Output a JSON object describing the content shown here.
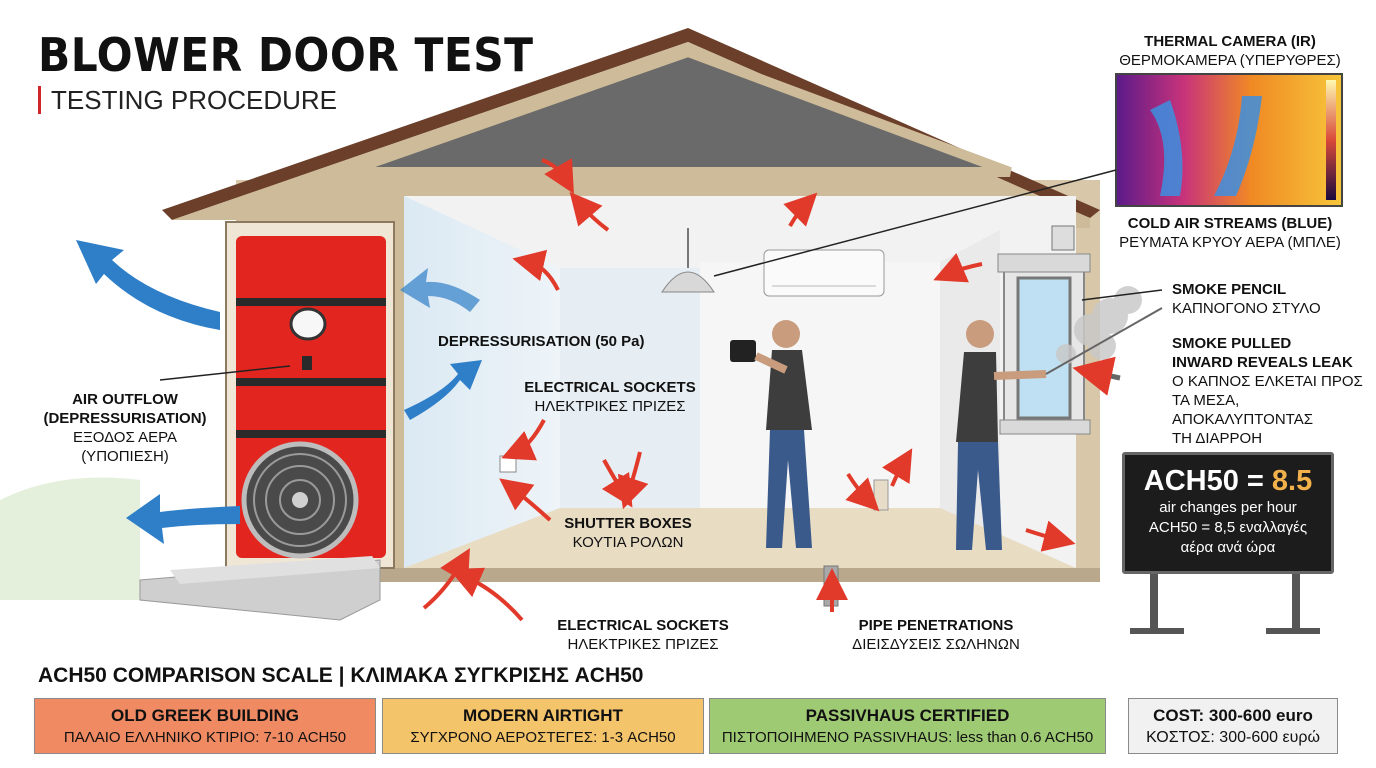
{
  "header": {
    "title": "BLOWER DOOR TEST",
    "subtitle": "TESTING PROCEDURE"
  },
  "labels": {
    "thermal_en": "THERMAL CAMERA (IR)",
    "thermal_gr": "ΘΕΡΜΟΚΑΜΕΡΑ (ΥΠΕΡΥΘΡΕΣ)",
    "cold_en": "COLD AIR STREAMS (BLUE)",
    "cold_gr": "ΡΕΥΜΑΤΑ ΚΡΥΟΥ ΑΕΡΑ (ΜΠΛΕ)",
    "smoke_pencil_en": "SMOKE PENCIL",
    "smoke_pencil_gr": "ΚΑΠΝΟΓΟΝΟ ΣΤΥΛΟ",
    "smoke_pulled_en_1": "SMOKE PULLED",
    "smoke_pulled_en_2": "INWARD REVEALS LEAK",
    "smoke_pulled_gr_1": "Ο ΚΑΠΝΟΣ ΕΛΚΕΤΑΙ ΠΡΟΣ",
    "smoke_pulled_gr_2": "ΤΑ ΜΕΣΑ, ΑΠΟΚΑΛΥΠΤΟΝΤΑΣ",
    "smoke_pulled_gr_3": "ΤΗ ΔΙΑΡΡΟΗ",
    "air_outflow_en_1": "AIR OUTFLOW",
    "air_outflow_en_2": "(DEPRESSURISATION)",
    "air_outflow_gr_1": "ΕΞΟΔΟΣ ΑΕΡΑ",
    "air_outflow_gr_2": "(ΥΠΟΠΙΕΣΗ)",
    "depress": "DEPRESSURISATION (50 Pa)",
    "sockets_en": "ELECTRICAL SOCKETS",
    "sockets_gr": "ΗΛΕΚΤΡΙΚΕΣ ΠΡΙΖΕΣ",
    "shutter_en": "SHUTTER BOXES",
    "shutter_gr": "ΚΟΥΤΙΑ ΡΟΛΩΝ",
    "sockets2_en": "ELECTRICAL SOCKETS",
    "sockets2_gr": "ΗΛΕΚΤΡΙΚΕΣ ΠΡΙΖΕΣ",
    "pipe_en": "PIPE PENETRATIONS",
    "pipe_gr": "ΔΙΕΙΣΔΥΣΕΙΣ ΣΩΛΗΝΩΝ"
  },
  "ach_board": {
    "label": "ACH50 = ",
    "value": "8.5",
    "unit_en": "air changes per hour",
    "gr_1": "ACH50 = 8,5 εναλλαγές",
    "gr_2": "αέρα ανά ώρα"
  },
  "scale": {
    "title": "ACH50 COMPARISON SCALE | ΚΛΙΜΑΚΑ ΣΥΓΚΡΙΣΗΣ ACH50",
    "items": [
      {
        "title": "OLD GREEK BUILDING",
        "text": "ΠΑΛΑΙΟ ΕΛΛΗΝΙΚΟ ΚΤΙΡΙΟ: 7-10 ACH50",
        "color": "#ef8a63"
      },
      {
        "title": "MODERN AIRTIGHT",
        "text": "ΣΥΓΧΡΟΝΟ ΑΕΡΟΣΤΕΓΕΣ: 1-3 ACH50",
        "color": "#f4c46a"
      },
      {
        "title": "PASSIVHAUS CERTIFIED",
        "text": "ΠΙΣΤΟΠΟΙΗΜΕΝΟ PASSIVHAUS: less than 0.6 ACH50",
        "color": "#9fca74"
      }
    ],
    "cost_1": "COST: 300-600 euro",
    "cost_2": "ΚΟΣΤΟΣ: 300-600 ευρώ"
  },
  "colors": {
    "door_red": "#e2261f",
    "arrow_blue": "#2f7fc8",
    "leak_red": "#e23a2a",
    "roof": "#6b3f2a"
  }
}
